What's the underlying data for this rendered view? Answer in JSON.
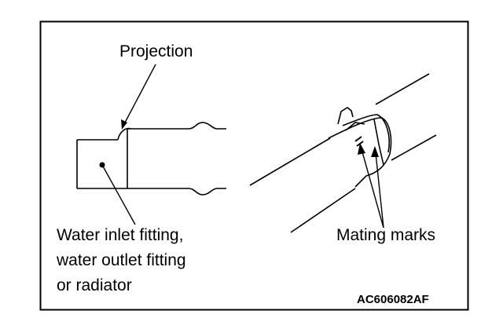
{
  "labels": {
    "projection": "Projection",
    "fitting_line1": "Water inlet fitting,",
    "fitting_line2": "water outlet fitting",
    "fitting_line3": "or radiator",
    "mating_marks": "Mating marks",
    "figure_code": "AC606082AF"
  },
  "colors": {
    "line": "#000000",
    "background": "#ffffff"
  }
}
